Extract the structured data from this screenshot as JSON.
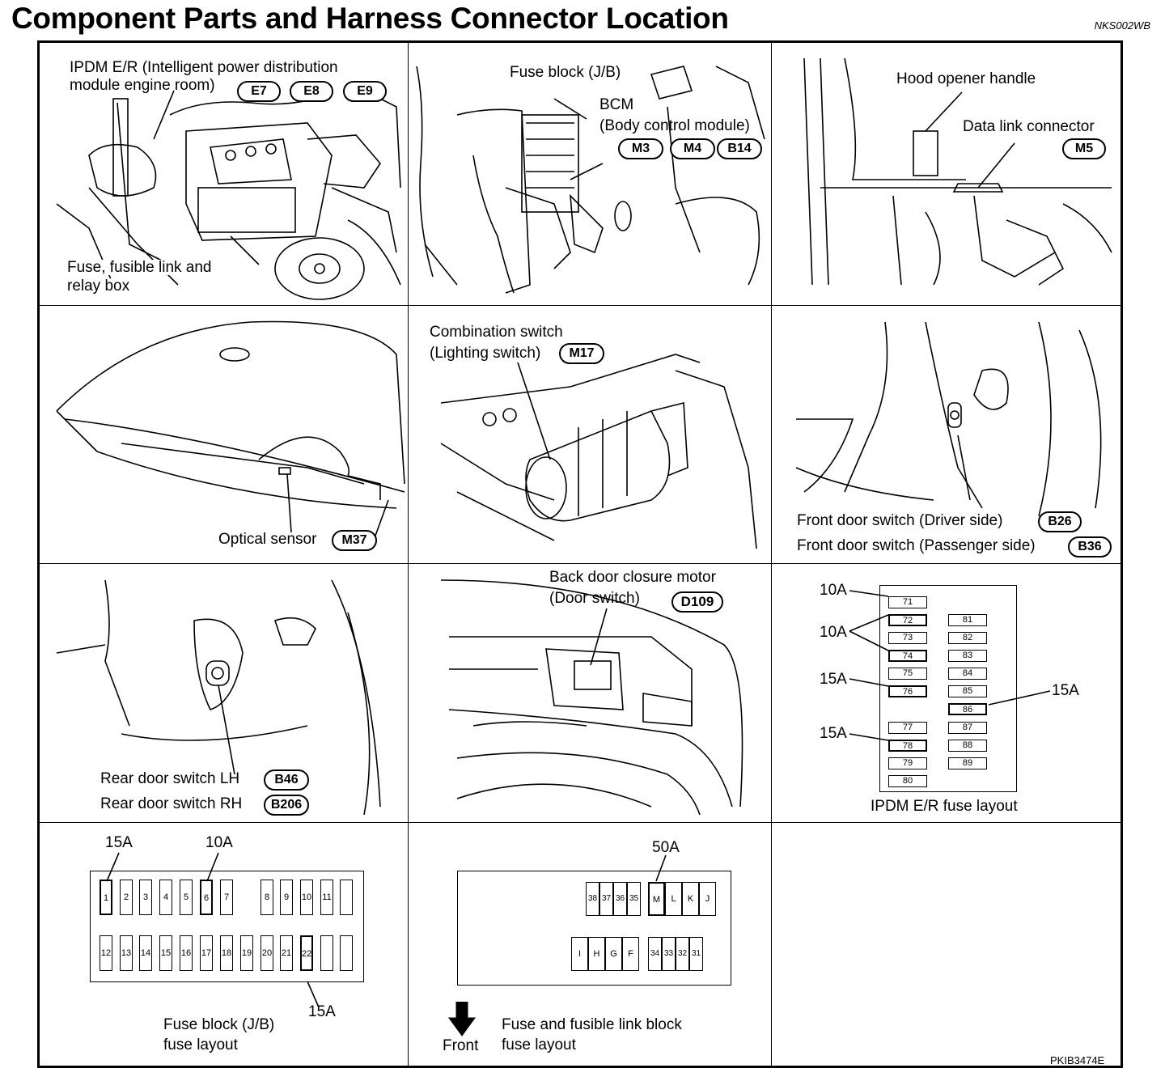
{
  "header": {
    "title": "Component Parts and Harness Connector Location",
    "doc_code": "NKS002WB"
  },
  "panels": {
    "ipdm": {
      "label_line1": "IPDM E/R (Intelligent power distribution",
      "label_line2": "module engine room)",
      "connectors": [
        "E7",
        "E8",
        "E9"
      ],
      "fuse_label_line1": "Fuse, fusible link and",
      "fuse_label_line2": "relay box"
    },
    "fuse_block": {
      "label": "Fuse block (J/B)",
      "bcm_label": "BCM",
      "bcm_desc": "(Body control module)",
      "connectors": [
        "M3",
        "M4",
        "B14"
      ]
    },
    "hood": {
      "hood_label": "Hood opener handle",
      "dlc_label": "Data link connector",
      "connector": "M5"
    },
    "optical": {
      "label": "Optical sensor",
      "connector": "M37"
    },
    "combination": {
      "label_line1": "Combination switch",
      "label_line2": "(Lighting switch)",
      "connector": "M17"
    },
    "front_door": {
      "driver_label": "Front door switch (Driver side)",
      "driver_connector": "B26",
      "passenger_label": "Front door switch (Passenger side)",
      "passenger_connector": "B36"
    },
    "rear_door": {
      "lh_label": "Rear door switch LH",
      "lh_connector": "B46",
      "rh_label": "Rear door switch RH",
      "rh_connector": "B206"
    },
    "back_door": {
      "label_line1": "Back door closure motor",
      "label_line2": "(Door switch)",
      "connector": "D109"
    },
    "ipdm_fuse": {
      "caption": "IPDM E/R fuse layout",
      "left_col": [
        "71",
        "72",
        "73",
        "74",
        "75",
        "76",
        "77",
        "78",
        "79",
        "80"
      ],
      "right_col": [
        "81",
        "82",
        "83",
        "84",
        "85",
        "86",
        "87",
        "88",
        "89"
      ],
      "amp_labels": [
        "10A",
        "10A",
        "15A",
        "15A",
        "15A"
      ]
    },
    "jb_fuse": {
      "caption_line1": "Fuse block (J/B)",
      "caption_line2": "fuse layout",
      "top_row": [
        "1",
        "2",
        "3",
        "4",
        "5",
        "6",
        "7",
        "",
        "8",
        "9",
        "10",
        "11",
        ""
      ],
      "bottom_row": [
        "12",
        "13",
        "14",
        "15",
        "16",
        "17",
        "18",
        "19",
        "20",
        "21",
        "22",
        "",
        ""
      ],
      "amp_top_left": "15A",
      "amp_top_mid": "10A",
      "amp_bottom": "15A"
    },
    "link_block": {
      "caption_line1": "Fuse and fusible link block",
      "caption_line2": "fuse layout",
      "front_label": "Front",
      "amp": "50A",
      "top_nums": [
        "38",
        "37",
        "36",
        "35"
      ],
      "top_letters": [
        "M",
        "L",
        "K",
        "J"
      ],
      "bottom_letters": [
        "I",
        "H",
        "G",
        "F"
      ],
      "bottom_nums": [
        "34",
        "33",
        "32",
        "31"
      ]
    }
  },
  "footer_code": "PKIB3474E"
}
